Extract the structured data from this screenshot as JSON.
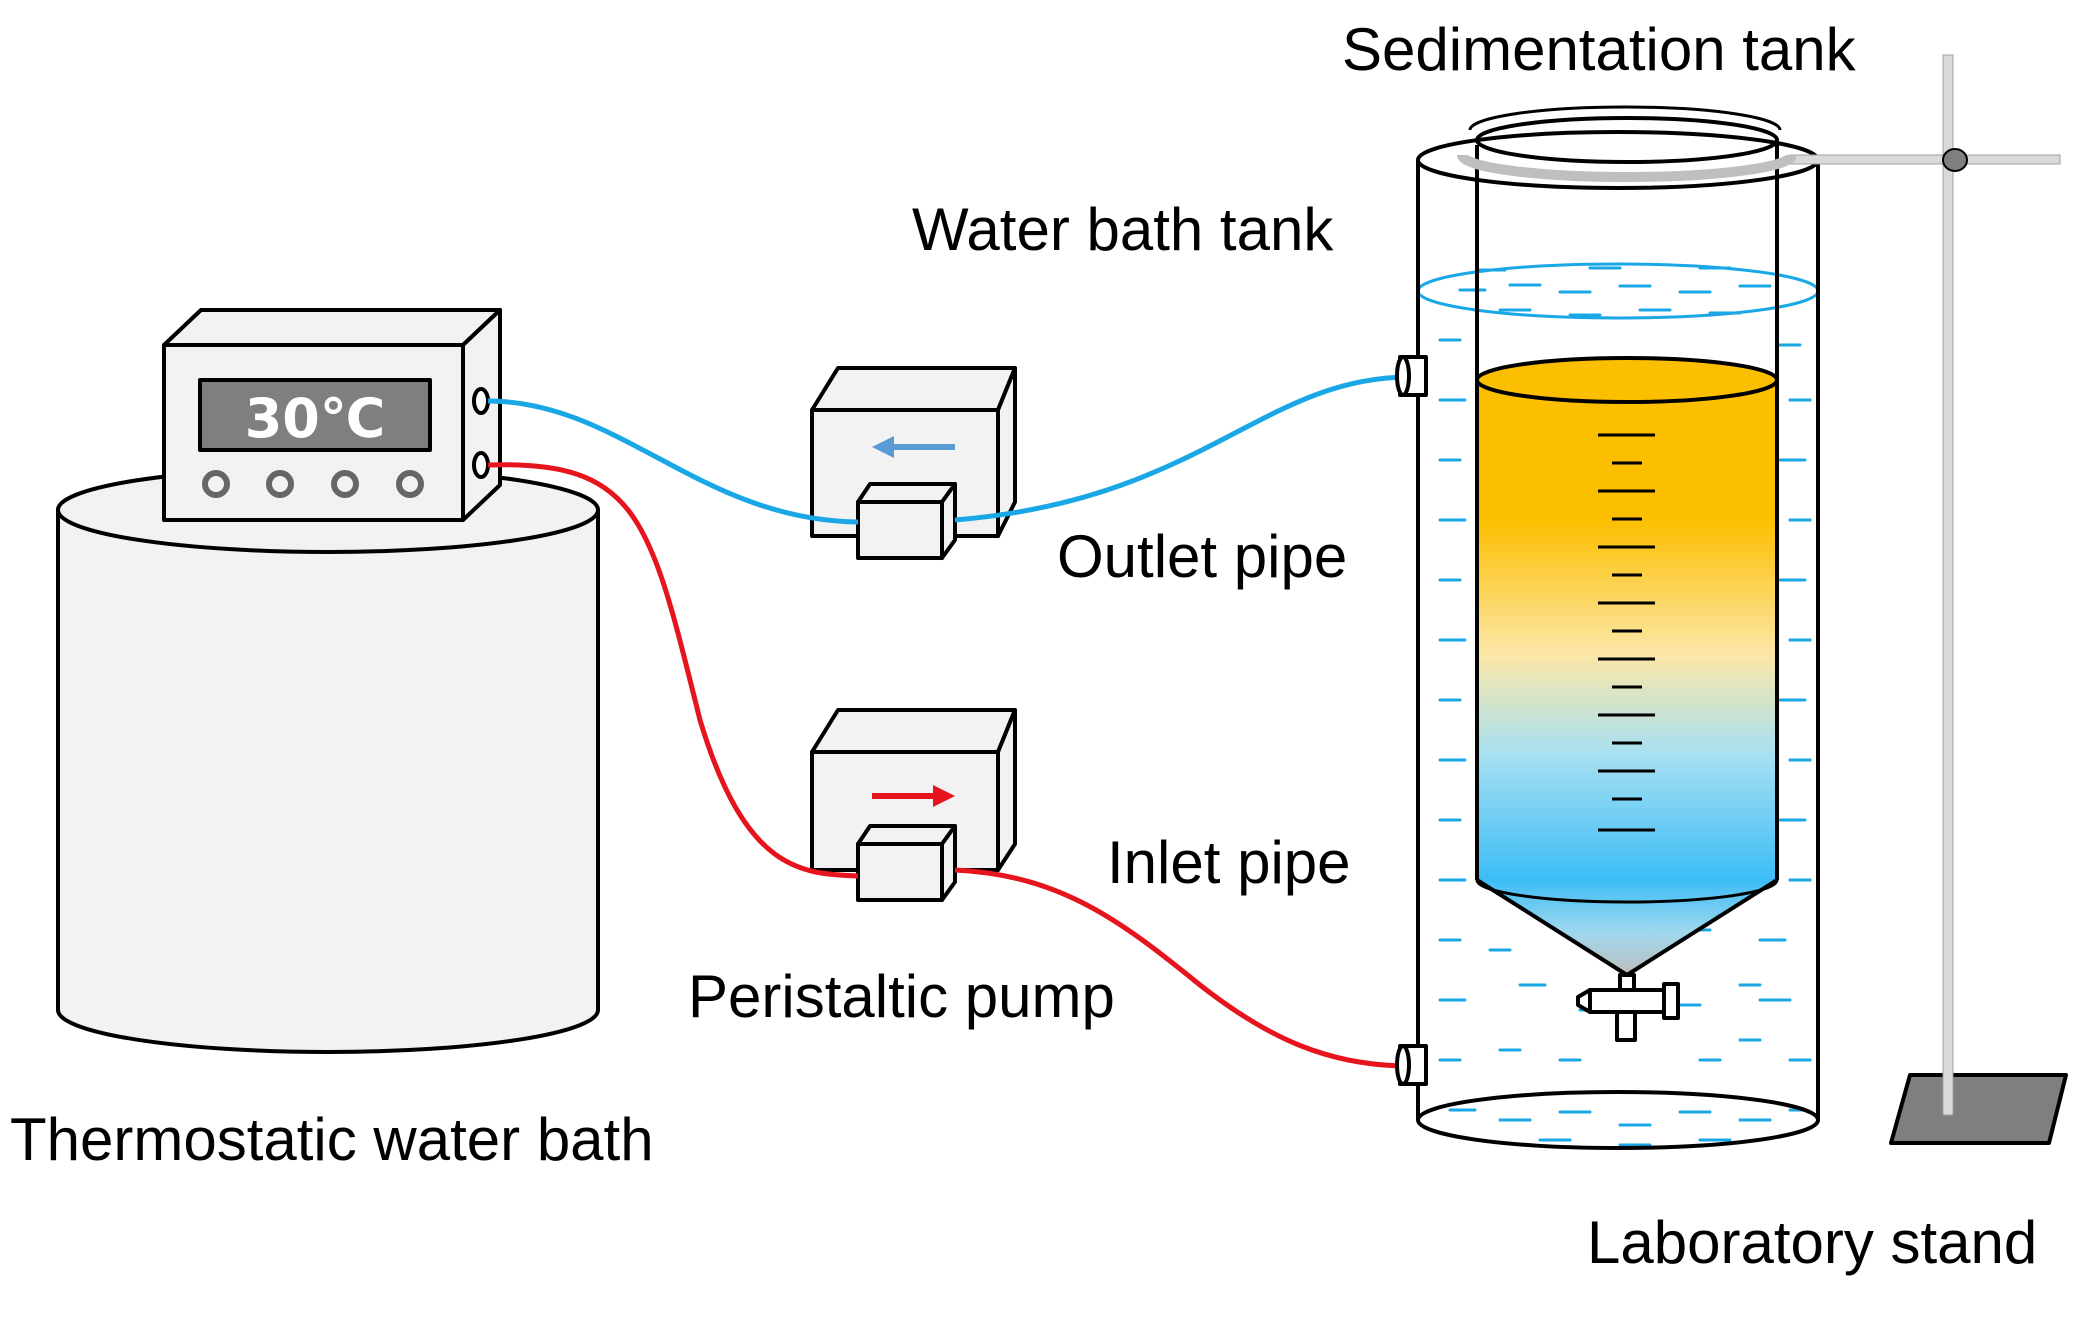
{
  "labels": {
    "sedimentation_tank": "Sedimentation tank",
    "water_bath_tank": "Water bath tank",
    "outlet_pipe": "Outlet pipe",
    "inlet_pipe": "Inlet pipe",
    "peristaltic_pump": "Peristaltic pump",
    "thermostatic_water_bath": "Thermostatic water bath",
    "laboratory_stand": "Laboratory stand"
  },
  "controller": {
    "display": "30℃"
  },
  "colors": {
    "outlet": "#1aa7e6",
    "inlet": "#e6141c",
    "water_dash": "#1aa7e6",
    "body_fill": "#f2f2f2",
    "display_fill": "#7f7f7f",
    "sediment_top": "#fcbf00",
    "sediment_mid": "#fce7a8",
    "sediment_bottom": "#3cbdf6"
  },
  "icons": {
    "outlet_pump_arrow": "arrow-left-icon",
    "inlet_pump_arrow": "arrow-right-icon"
  }
}
